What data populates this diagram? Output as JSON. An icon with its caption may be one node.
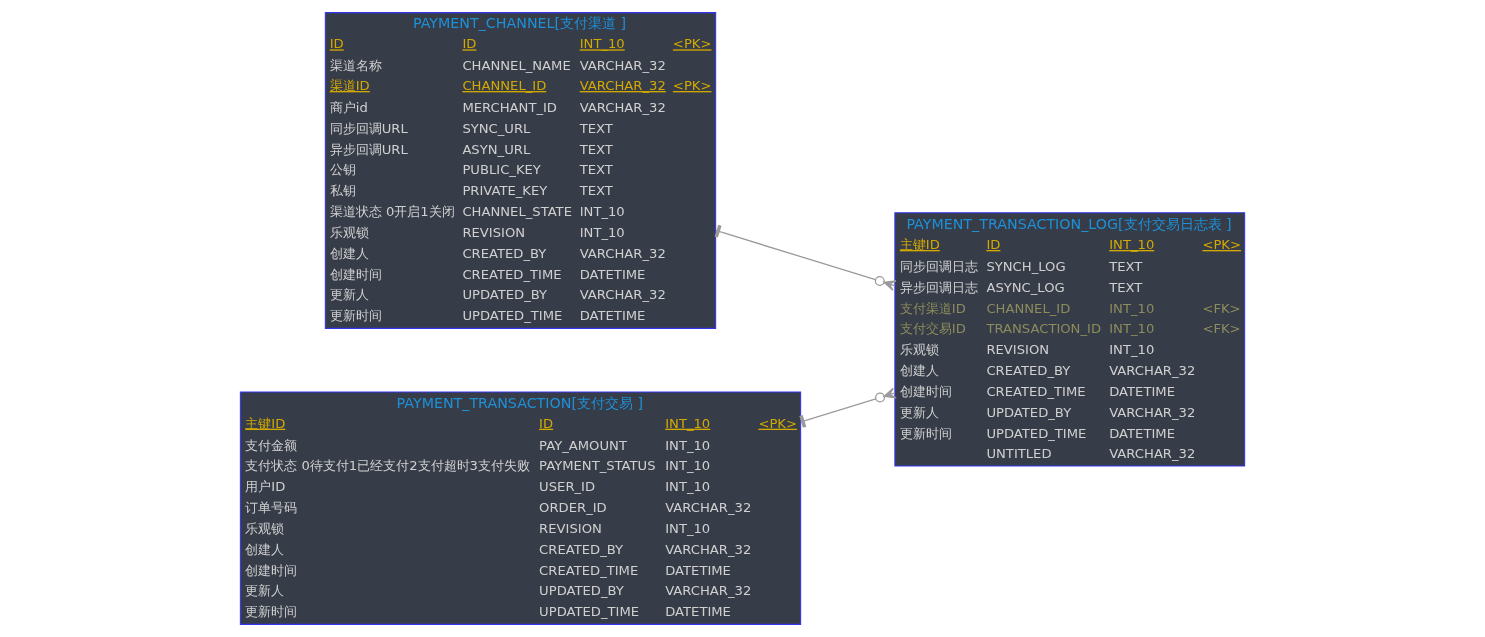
{
  "diagram": {
    "nodes": [
      {
        "text": [
          "PAYMENT_CHANNEL[支付渠道 ]",
          "ID",
          "ID",
          "INT_10",
          "<PK>",
          "渠道名称",
          "CHANNEL_NAME",
          "VARCHAR_32",
          "渠道ID",
          "CHANNEL_ID",
          "VARCHAR_32",
          "<PK>",
          "商户id",
          "MERCHANT_ID",
          "VARCHAR_32",
          "同步回调URL",
          "SYNC_URL",
          "TEXT",
          "异步回调URL",
          "ASYN_URL",
          "TEXT",
          "公钥",
          "PUBLIC_KEY",
          "TEXT",
          "私钥",
          "PRIVATE_KEY",
          "TEXT",
          "渠道状态 0开启1关闭",
          "CHANNEL_STATE",
          "INT_10",
          "乐观锁",
          "REVISION",
          "INT_10",
          "创建人",
          "CREATED_BY",
          "VARCHAR_32",
          "创建时间",
          "CREATED_TIME",
          "DATETIME",
          "更新人",
          "UPDATED_BY",
          "VARCHAR_32",
          "更新时间",
          "UPDATED_TIME",
          "DATETIME"
        ]
      },
      {
        "text": [
          "PAYMENT_TRANSACTION_LOG[支付交易日志表 ]",
          "主键ID",
          "ID",
          "INT_10",
          "<PK>",
          "同步回调日志",
          "SYNCH_LOG",
          "TEXT",
          "异步回调日志",
          "ASYNC_LOG",
          "TEXT",
          "支付渠道ID",
          "CHANNEL_ID",
          "INT_10",
          "<FK>",
          "支付交易ID",
          "TRANSACTION_ID",
          "INT_10",
          "<FK>",
          "乐观锁",
          "REVISION",
          "INT_10",
          "创建人",
          "CREATED_BY",
          "VARCHAR_32",
          "创建时间",
          "CREATED_TIME",
          "DATETIME",
          "更新人",
          "UPDATED_BY",
          "VARCHAR_32",
          "更新时间",
          "UPDATED_TIME",
          "DATETIME",
          "UNTITLED",
          "VARCHAR_32"
        ]
      },
      {
        "text": [
          "PAYMENT_TRANSACTION[支付交易 ]",
          "主键ID",
          "ID",
          "INT_10",
          "<PK>",
          "支付金额",
          "PAY_AMOUNT",
          "INT_10",
          "支付状态 0待支付1已经支付2支付超时3支付失败",
          "PAYMENT_STATUS",
          "INT_10",
          "用户ID",
          "USER_ID",
          "INT_10",
          "订单号码",
          "ORDER_ID",
          "VARCHAR_32",
          "乐观锁",
          "REVISION",
          "INT_10",
          "创建人",
          "CREATED_BY",
          "VARCHAR_32",
          "创建时间",
          "CREATED_TIME",
          "DATETIME",
          "更新人",
          "UPDATED_BY",
          "VARCHAR_32",
          "更新时间",
          "UPDATED_TIME",
          "DATETIME"
        ]
      }
    ],
    "edges": [
      {
        "from": 0,
        "to": 1,
        "arrow": "other"
      },
      {
        "from": 2,
        "to": 1,
        "arrow": "other"
      }
    ]
  }
}
